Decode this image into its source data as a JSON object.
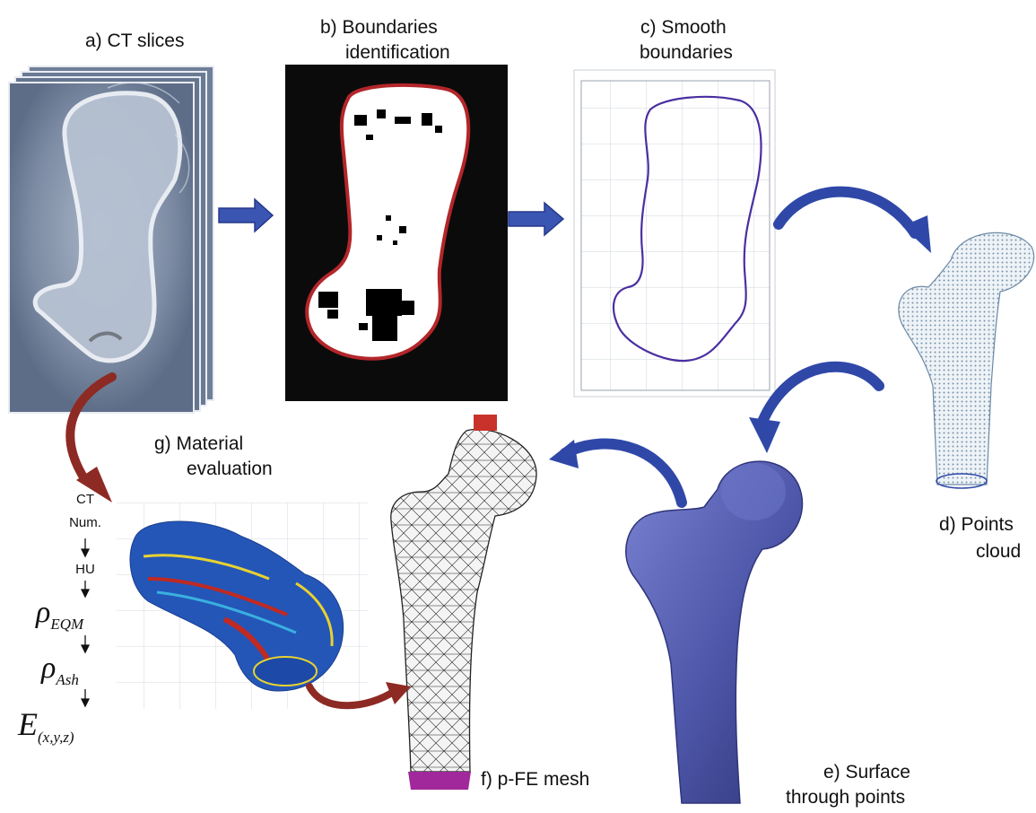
{
  "labels": {
    "a": "a) CT slices",
    "b1": "b) Boundaries",
    "b2": "identification",
    "c1": "c) Smooth",
    "c2": "boundaries",
    "d1": "d) Points",
    "d2": "cloud",
    "e1": "e) Surface",
    "e2": "through points",
    "f": "f) p-FE mesh",
    "g1": "g) Material",
    "g2": "evaluation"
  },
  "material_chain": {
    "ct1": "CT",
    "ct2": "Num.",
    "hu": "HU",
    "rho": "ρ",
    "rho_eqm_sub": "EQM",
    "rho_ash_sub": "Ash",
    "e": "E",
    "e_sub": "(x,y,z)"
  },
  "colors": {
    "process_arrow": "#2f48a8",
    "material_arrow": "#8e2a24",
    "boundary_red": "#b3262a",
    "smooth_curve": "#4a2fa0",
    "surface_blue": "#5a62b8",
    "mesh_top": "#c8322a",
    "mesh_bottom": "#a0289a"
  }
}
